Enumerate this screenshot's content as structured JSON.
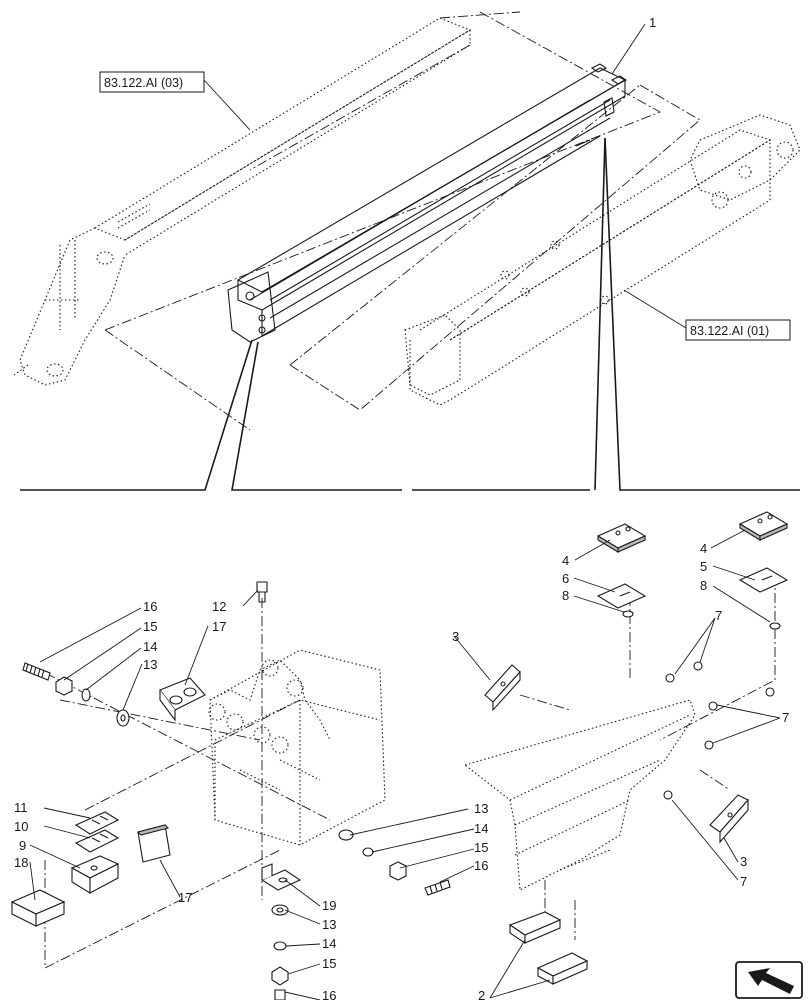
{
  "references": [
    {
      "id": "ref-03",
      "text": "83.122.AI (03)"
    },
    {
      "id": "ref-01",
      "text": "83.122.AI (01)"
    }
  ],
  "callouts": [
    {
      "text": "1"
    },
    {
      "text": "16"
    },
    {
      "text": "15"
    },
    {
      "text": "14"
    },
    {
      "text": "13"
    },
    {
      "text": "12"
    },
    {
      "text": "17"
    },
    {
      "text": "11"
    },
    {
      "text": "10"
    },
    {
      "text": "9"
    },
    {
      "text": "18"
    },
    {
      "text": "17"
    },
    {
      "text": "13"
    },
    {
      "text": "14"
    },
    {
      "text": "15"
    },
    {
      "text": "16"
    },
    {
      "text": "19"
    },
    {
      "text": "13"
    },
    {
      "text": "14"
    },
    {
      "text": "15"
    },
    {
      "text": "16"
    },
    {
      "text": "4"
    },
    {
      "text": "6"
    },
    {
      "text": "8"
    },
    {
      "text": "4"
    },
    {
      "text": "5"
    },
    {
      "text": "8"
    },
    {
      "text": "3"
    },
    {
      "text": "7"
    },
    {
      "text": "7"
    },
    {
      "text": "3"
    },
    {
      "text": "7"
    },
    {
      "text": "2"
    }
  ]
}
